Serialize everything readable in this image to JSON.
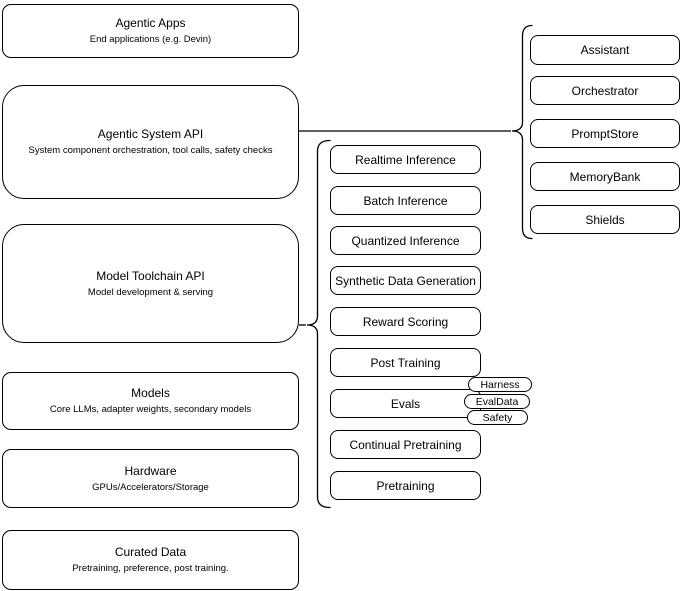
{
  "left_stack": [
    {
      "title": "Agentic Apps",
      "subtitle": "End applications (e.g. Devin)"
    },
    {
      "title": "Agentic System API",
      "subtitle": "System component orchestration, tool calls, safety checks"
    },
    {
      "title": "Model Toolchain API",
      "subtitle": "Model development & serving"
    },
    {
      "title": "Models",
      "subtitle": "Core LLMs, adapter weights, secondary models"
    },
    {
      "title": "Hardware",
      "subtitle": "GPUs/Accelerators/Storage"
    },
    {
      "title": "Curated Data",
      "subtitle": "Pretraining, preference, post training."
    }
  ],
  "toolchain_items": [
    "Realtime Inference",
    "Batch Inference",
    "Quantized Inference",
    "Synthetic Data Generation",
    "Reward Scoring",
    "Post Training",
    "Evals",
    "Continual Pretraining",
    "Pretraining"
  ],
  "system_components": [
    "Assistant",
    "Orchestrator",
    "PromptStore",
    "MemoryBank",
    "Shields"
  ],
  "eval_tags": [
    "Harness",
    "EvalData",
    "Safety"
  ],
  "colors": {
    "stroke": "#000000",
    "fill": "#ffffff",
    "text": "#000000",
    "background": "#ffffff"
  }
}
